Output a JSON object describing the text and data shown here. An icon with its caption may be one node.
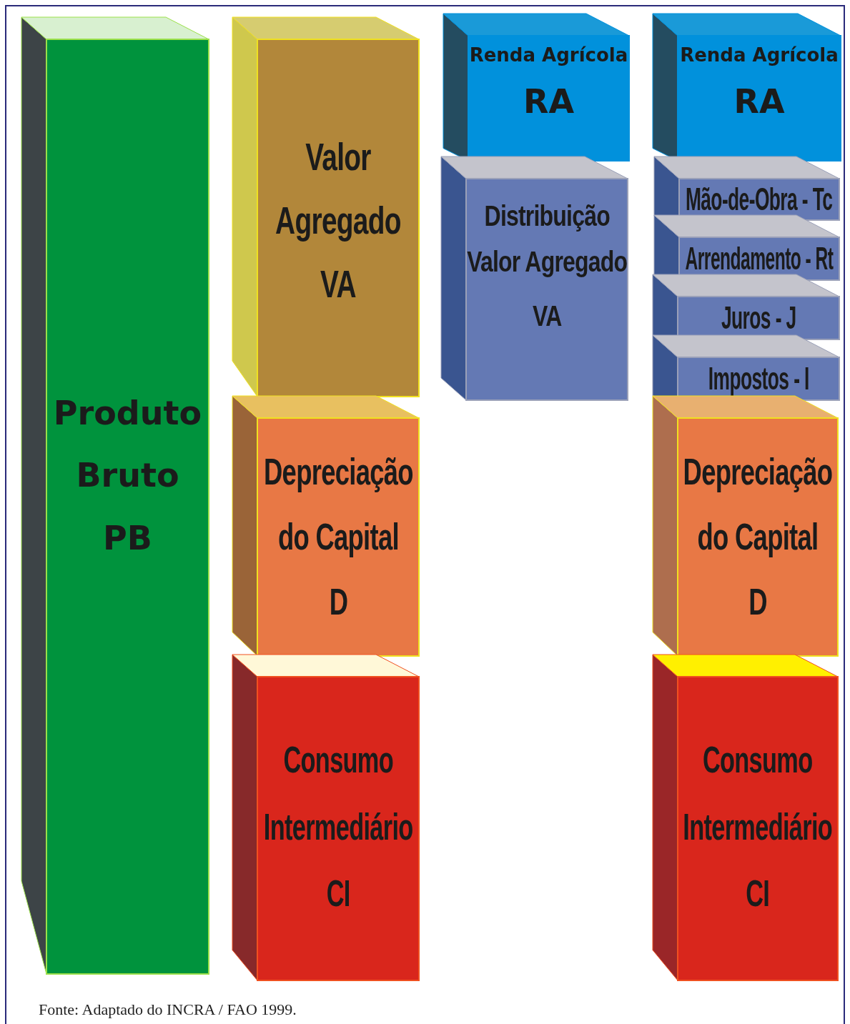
{
  "diagram": {
    "caption": "Fonte: Adaptado do INCRA / FAO 1999.",
    "nodes": [
      {
        "text": [
          "Produto Bruto",
          "PB"
        ]
      },
      {
        "text": [
          "Valor Agregado",
          "VA"
        ]
      },
      {
        "text": [
          "Depreciação do Capital",
          "D"
        ]
      },
      {
        "text": [
          "Consumo Intermediário",
          "CI"
        ]
      },
      {
        "text": [
          "Renda Agrícola",
          "RA"
        ]
      },
      {
        "text": [
          "Distribuição Valor Agregado",
          "VA"
        ]
      },
      {
        "text": [
          "Renda Agrícola",
          "RA"
        ]
      },
      {
        "text": [
          "Mão-de-Obra - Tc"
        ]
      },
      {
        "text": [
          "Arrendamento - Rt"
        ]
      },
      {
        "text": [
          "Juros - J"
        ]
      },
      {
        "text": [
          "Impostos - I"
        ]
      },
      {
        "text": [
          "Depreciação do Capital",
          "D"
        ]
      },
      {
        "text": [
          "Consumo Intermediário",
          "CI"
        ]
      }
    ]
  }
}
